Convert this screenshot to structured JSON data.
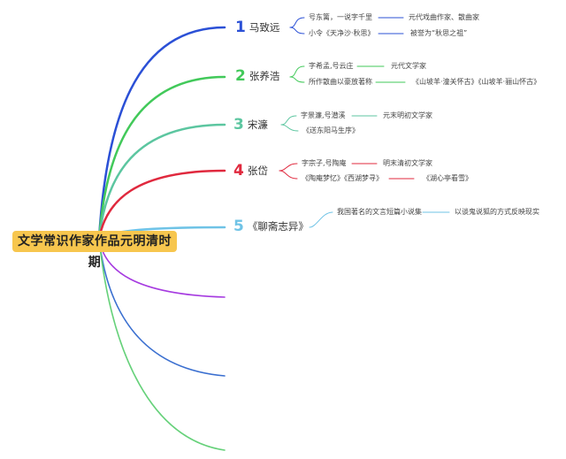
{
  "root": {
    "label": "文学常识作家作品元明清时期"
  },
  "branches": [
    {
      "id": "b1",
      "number": "1",
      "name": "马致远",
      "color": "#2b50d6",
      "details": [
        {
          "a": "号东篱，一说字千里",
          "b": "元代戏曲作家、散曲家"
        },
        {
          "a": "小令《天净沙·秋思》",
          "b": "被誉为“秋思之祖”"
        }
      ]
    },
    {
      "id": "b2",
      "number": "2",
      "name": "张养浩",
      "color": "#42c95a",
      "details": [
        {
          "a": "字希孟,号云庄",
          "b": "元代文学家"
        },
        {
          "a": "所作散曲以豪放著称",
          "b": "《山坡羊·潼关怀古》《山坡羊·骊山怀古》"
        }
      ]
    },
    {
      "id": "b3",
      "number": "3",
      "name": "宋濂",
      "color": "#5cc6a0",
      "details": [
        {
          "a": "字景濂,号潜溪",
          "b": "元末明初文学家"
        },
        {
          "a": "《送东阳马生序》",
          "b": ""
        }
      ]
    },
    {
      "id": "b4",
      "number": "4",
      "name": "张岱",
      "color": "#e0293e",
      "details": [
        {
          "a": "字宗子,号陶庵",
          "b": "明末清初文学家"
        },
        {
          "a": "《陶庵梦忆》《西湖梦寻》",
          "b": "《湖心亭看雪》"
        }
      ]
    },
    {
      "id": "b5",
      "number": "5",
      "name": "《聊斋志异》",
      "color": "#6fc3e6",
      "details": [
        {
          "a": "我国著名的文言短篇小说集",
          "b": "以谈鬼说狐的方式反映现实"
        }
      ]
    }
  ],
  "empty_branches": [
    {
      "color": "#a63be0"
    },
    {
      "color": "#3a6fd0"
    },
    {
      "color": "#66d17a"
    }
  ],
  "colors": {
    "root_bg": "#f7c64e"
  }
}
